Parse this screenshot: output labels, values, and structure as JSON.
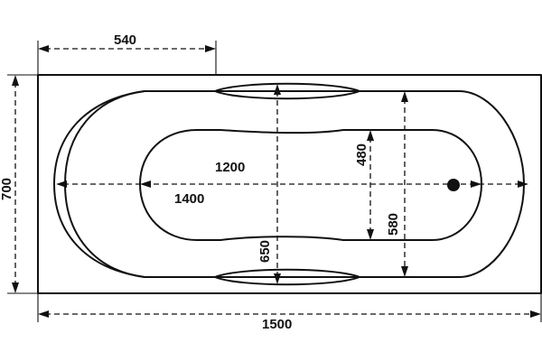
{
  "dimensions": {
    "half_offset": "540",
    "overall_width": "700",
    "inner_length": "1200",
    "interior_length": "1400",
    "inner_width": "480",
    "rim_width": "580",
    "seat_width": "650",
    "overall_length": "1500"
  },
  "colors": {
    "line": "#111111",
    "background": "#ffffff"
  },
  "icons": {
    "drain": "filled-circle"
  }
}
